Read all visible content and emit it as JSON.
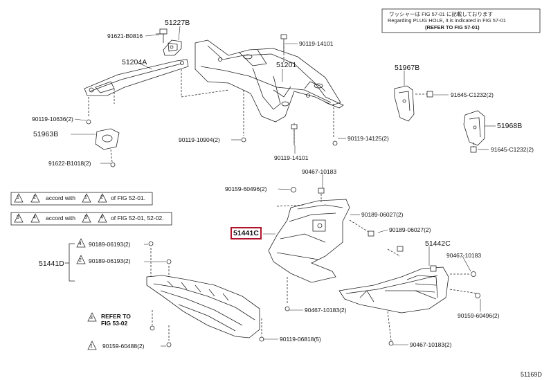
{
  "diagram_id": "51169D",
  "top_note": {
    "line1": "ワッシャーは FIG 57-01 に記載しております",
    "line2": "Regarding PLUG HOLE, it is indicated in FIG 57-01",
    "line3": "(REFER TO FIG 57-01)"
  },
  "condition_notes": [
    {
      "a": "1",
      "b": "2",
      "c": "1",
      "d": "2",
      "accords": "accord with",
      "of": "of FIG 52-01."
    },
    {
      "a": "3",
      "b": "4",
      "c": "3",
      "d": "4",
      "accords": "accord with",
      "of": "of FIG 52-01, 52-02."
    }
  ],
  "refer": {
    "line1": "REFER TO",
    "line2": "FIG 53-02"
  },
  "parts": {
    "p51227B": "51227B",
    "p91621": "91621-B0816",
    "p51204A": "51204A",
    "p90119_14101_top": "90119-14101",
    "p51201": "51201",
    "p51967B": "51967B",
    "p91645_a": "91645-C1232(2)",
    "p51968B": "51968B",
    "p91645_b": "91645-C1232(2)",
    "p90119_10636": "90119-10636(2)",
    "p51963B": "51963B",
    "p91622": "91622-B1018(2)",
    "p90119_10904": "90119-10904(2)",
    "p90119_14101_bot": "90119-14101",
    "p90119_14125": "90119-14125(2)",
    "p90467_10183_a": "90467-10183",
    "p90159_60496_a": "90159-60496(2)",
    "p90189_06027_a": "90189-06027(2)",
    "p51441C": "51441C",
    "p90189_06027_b": "90189-06027(2)",
    "p51442C": "51442C",
    "p90467_10183_b": "90467-10183",
    "p90189_06193_a": "90189-06193(2)",
    "p90189_06193_b": "90189-06193(2)",
    "p51441D": "51441D",
    "p90159_60496_b": "90159-60496(2)",
    "p90467_10183_c": "90467-10183(2)",
    "p90119_06818": "90119-06818(5)",
    "p90159_60488": "90159-60488(2)",
    "p90467_10183_d": "90467-10183(2)"
  },
  "markers": {
    "m4": "4",
    "m2": "2",
    "m3": "3",
    "m1": "1"
  }
}
